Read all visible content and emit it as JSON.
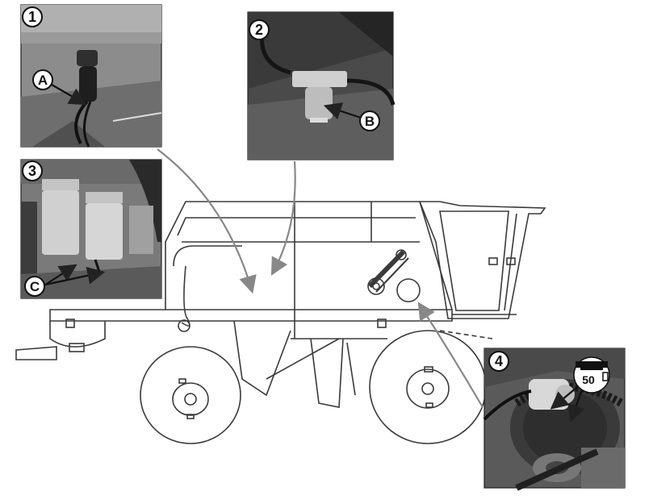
{
  "callouts": {
    "one": "1",
    "two": "2",
    "three": "3",
    "four": "4"
  },
  "letters": {
    "a": "A",
    "b": "B",
    "c": "C"
  },
  "badge": {
    "value": "50"
  },
  "colors": {
    "line": "#3a3a3a",
    "photo_dark": "#5a5a5a",
    "photo_mid": "#8c8c8c",
    "photo_light": "#c8c8c8",
    "callout_fill": "#ffffff"
  },
  "icons": {
    "leader": "arrow-icon",
    "machine": "combine-harvester-outline"
  }
}
